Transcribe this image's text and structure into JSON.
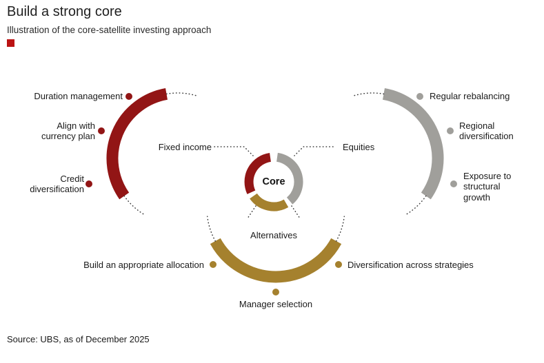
{
  "header": {
    "title": "Build a strong core",
    "subtitle": "Illustration of the core-satellite investing approach"
  },
  "colors": {
    "fixed_income": "#921515",
    "equities": "#a09f9b",
    "alternatives": "#a5812e",
    "accent_square": "#bb1313",
    "connector": "#3a3a3a"
  },
  "core": {
    "label": "Core"
  },
  "segments": {
    "fixed_income": {
      "label": "Fixed income",
      "satellites": [
        "Duration management",
        "Align with currency plan",
        "Credit diversification"
      ]
    },
    "equities": {
      "label": "Equities",
      "satellites": [
        "Regular rebalancing",
        "Regional diversification",
        "Exposure to structural growth"
      ]
    },
    "alternatives": {
      "label": "Alternatives",
      "satellites": [
        "Build an appropriate allocation",
        "Manager selection",
        "Diversification across strategies"
      ]
    }
  },
  "source": "Source: UBS, as of December 2025"
}
